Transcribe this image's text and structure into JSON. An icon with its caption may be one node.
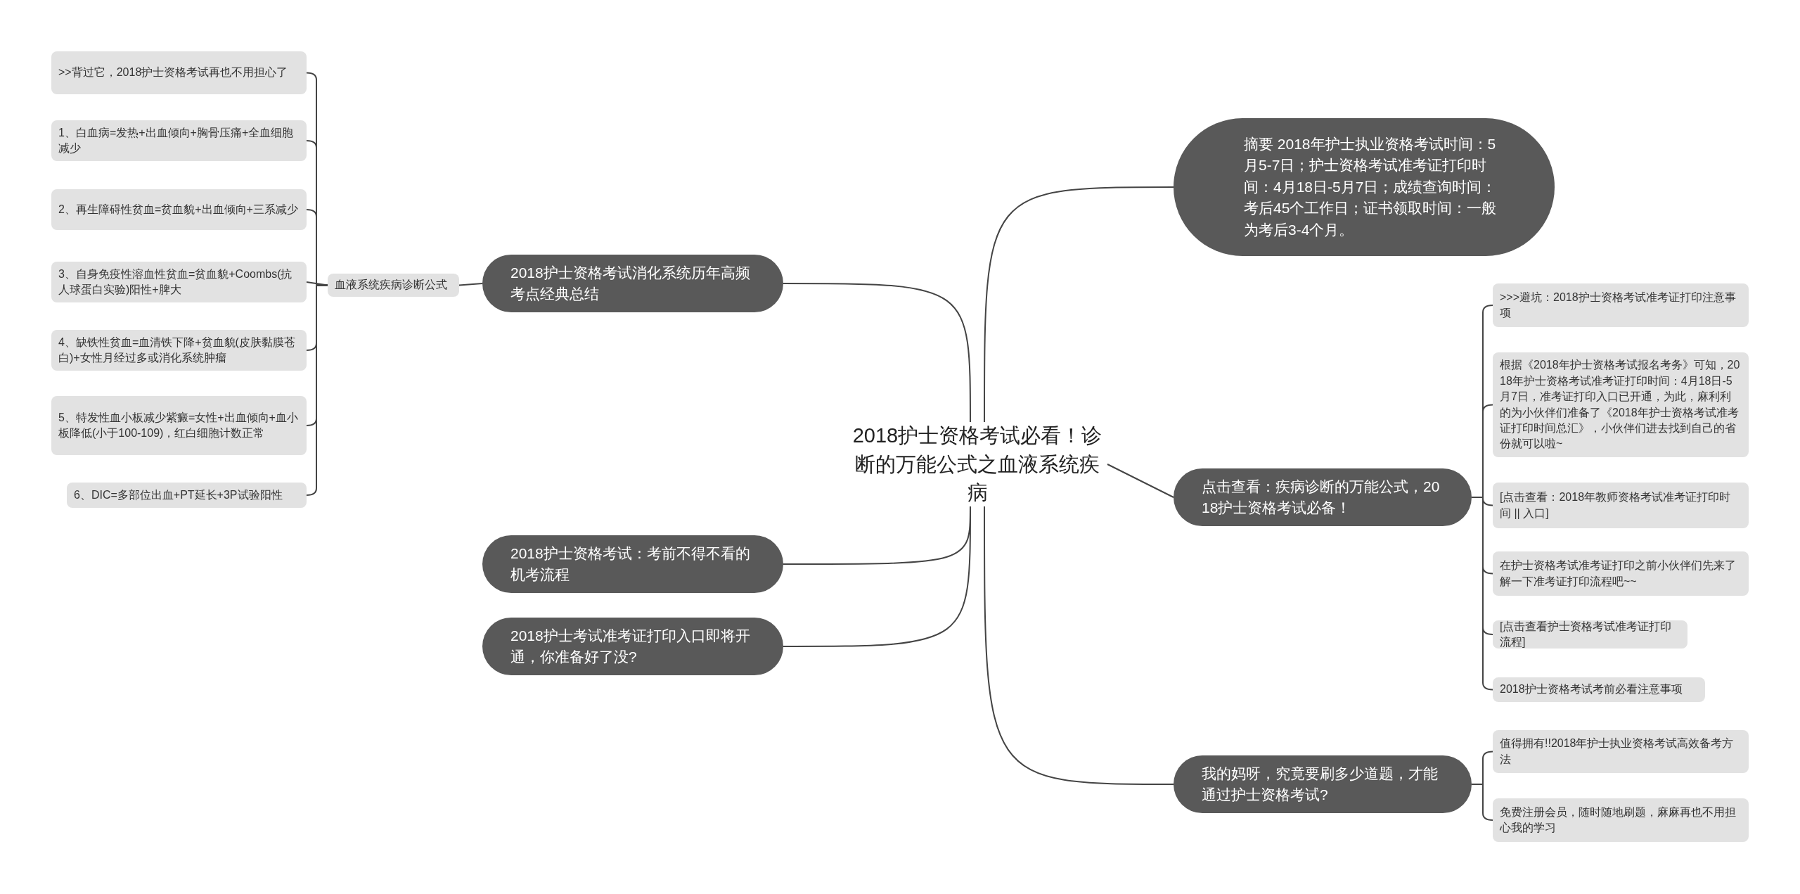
{
  "diagram": {
    "nodes": [
      {
        "text": [
          "2018护士资格考试必看！诊断的万能公式之血液系统疾病"
        ]
      },
      {
        "text": [
          "2018护士资格考试消化系统历年高频考点经典总结"
        ]
      },
      {
        "text": [
          "血液系统疾病诊断公式"
        ]
      },
      {
        "text": [
          ">>背过它，2018护士资格考试再也不用担心了"
        ]
      },
      {
        "text": [
          "1、白血病=发热+出血倾向+胸骨压痛+全血细胞减少"
        ]
      },
      {
        "text": [
          "2、再生障碍性贫血=贫血貌+出血倾向+三系减少"
        ]
      },
      {
        "text": [
          "3、自身免疫性溶血性贫血=贫血貌+Coombs(抗人球蛋白实验)阳性+脾大"
        ]
      },
      {
        "text": [
          "4、缺铁性贫血=血清铁下降+贫血貌(皮肤黏膜苍白)+女性月经过多或消化系统肿瘤"
        ]
      },
      {
        "text": [
          "5、特发性血小板减少紫癜=女性+出血倾向+血小板降低(小于100-109)，红白细胞计数正常"
        ]
      },
      {
        "text": [
          "6、DIC=多部位出血+PT延长+3P试验阳性"
        ]
      },
      {
        "text": [
          "2018护士资格考试：考前不得不看的机考流程"
        ]
      },
      {
        "text": [
          "2018护士考试准考证打印入口即将开通，你准备好了没?"
        ]
      },
      {
        "text": [
          "摘要 2018年护士执业资格考试时间：5月5-7日；护士资格考试准考证打印时间：4月18日-5月7日；成绩查询时间：考后45个工作日；证书领取时间：一般为考后3-4个月。"
        ]
      },
      {
        "text": [
          "点击查看：疾病诊断的万能公式，2018护士资格考试必备！"
        ]
      },
      {
        "text": [
          ">>>避坑：2018护士资格考试准考证打印注意事项"
        ]
      },
      {
        "text": [
          "根据《2018年护士资格考试报名考务》可知，2018年护士资格考试准考证打印时间：4月18日-5月7日，准考证打印入口已开通，为此，麻利利的为小伙伴们准备了《2018年护士资格考试准考证打印时间总汇》，小伙伴们进去找到自己的省份就可以啦~"
        ]
      },
      {
        "text": [
          "[点击查看：2018年教师资格考试准考证打印时间 || 入口]"
        ]
      },
      {
        "text": [
          "在护士资格考试准考证打印之前小伙伴们先来了解一下准考证打印流程吧~~"
        ]
      },
      {
        "text": [
          "[点击查看护士资格考试准考证打印流程]"
        ]
      },
      {
        "text": [
          "2018护士资格考试考前必看注意事项"
        ]
      },
      {
        "text": [
          "我的妈呀，究竟要刷多少道题，才能通过护士资格考试?"
        ]
      },
      {
        "text": [
          "值得拥有!!2018年护士执业资格考试高效备考方法"
        ]
      },
      {
        "text": [
          "免费注册会员，随时随地刷题，麻麻再也不用担心我的学习"
        ]
      }
    ],
    "edges": [
      {
        "from": 0,
        "to": 1,
        "arrow": "none"
      },
      {
        "from": 1,
        "to": 2,
        "arrow": "none"
      },
      {
        "from": 2,
        "to": 3,
        "arrow": "none"
      },
      {
        "from": 2,
        "to": 4,
        "arrow": "none"
      },
      {
        "from": 2,
        "to": 5,
        "arrow": "none"
      },
      {
        "from": 2,
        "to": 6,
        "arrow": "none"
      },
      {
        "from": 2,
        "to": 7,
        "arrow": "none"
      },
      {
        "from": 2,
        "to": 8,
        "arrow": "none"
      },
      {
        "from": 2,
        "to": 9,
        "arrow": "none"
      },
      {
        "from": 0,
        "to": 10,
        "arrow": "none"
      },
      {
        "from": 0,
        "to": 11,
        "arrow": "none"
      },
      {
        "from": 0,
        "to": 12,
        "arrow": "none"
      },
      {
        "from": 0,
        "to": 13,
        "arrow": "none"
      },
      {
        "from": 13,
        "to": 14,
        "arrow": "none"
      },
      {
        "from": 13,
        "to": 15,
        "arrow": "none"
      },
      {
        "from": 13,
        "to": 16,
        "arrow": "none"
      },
      {
        "from": 13,
        "to": 17,
        "arrow": "none"
      },
      {
        "from": 13,
        "to": 18,
        "arrow": "none"
      },
      {
        "from": 13,
        "to": 19,
        "arrow": "none"
      },
      {
        "from": 0,
        "to": 20,
        "arrow": "none"
      },
      {
        "from": 20,
        "to": 21,
        "arrow": "none"
      },
      {
        "from": 20,
        "to": 22,
        "arrow": "none"
      }
    ]
  }
}
